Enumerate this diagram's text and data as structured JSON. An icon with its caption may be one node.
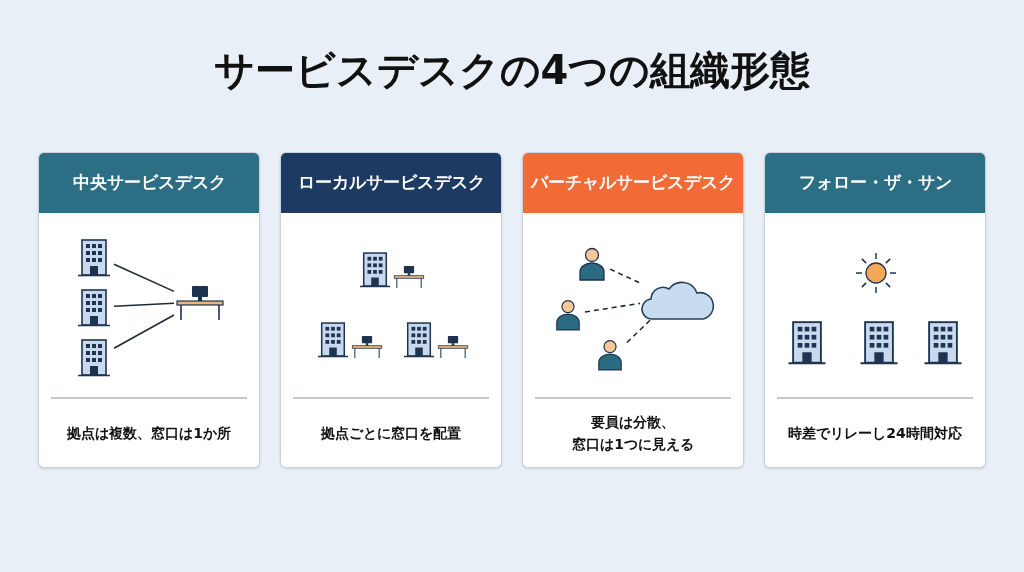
{
  "diagram": {
    "title": "サービスデスクの4つの組織形態",
    "nodes": [
      {
        "text": [
          "中央サービスデスク",
          "拠点は複数、窓口は1か所"
        ]
      },
      {
        "text": [],
        "shape": "building",
        "in": 0
      },
      {
        "text": [],
        "shape": "building",
        "in": 0
      },
      {
        "text": [],
        "shape": "building",
        "in": 0
      },
      {
        "text": [],
        "shape": "desk",
        "in": 0
      },
      {
        "text": [
          "ローカルサービスデスク",
          "拠点ごとに窓口を配置"
        ]
      },
      {
        "text": [
          "バーチャルサービスデスク",
          "要員は分散、窓口は1つに見える"
        ]
      },
      {
        "text": [],
        "shape": "person",
        "in": 6
      },
      {
        "text": [],
        "shape": "person",
        "in": 6
      },
      {
        "text": [],
        "shape": "person",
        "in": 6
      },
      {
        "text": [],
        "shape": "cloud",
        "in": 6
      },
      {
        "text": [
          "フォロー・ザ・サン",
          "時差でリレーし24時間対応"
        ]
      }
    ],
    "edges": [
      {
        "from": 1,
        "to": 4,
        "arrow": "none"
      },
      {
        "from": 2,
        "to": 4,
        "arrow": "none"
      },
      {
        "from": 3,
        "to": 4,
        "arrow": "none"
      },
      {
        "from": 7,
        "to": 10,
        "arrow": "none",
        "style": "dashed"
      },
      {
        "from": 8,
        "to": 10,
        "arrow": "none",
        "style": "dashed"
      },
      {
        "from": 9,
        "to": 10,
        "arrow": "none",
        "style": "dashed"
      }
    ]
  }
}
